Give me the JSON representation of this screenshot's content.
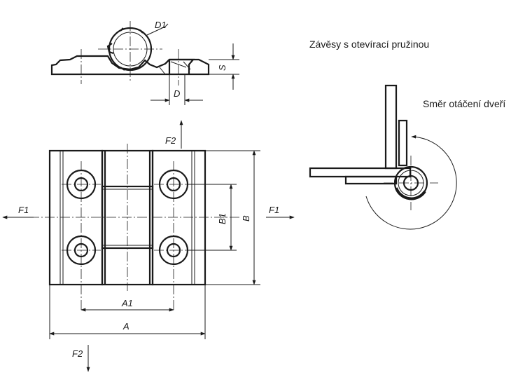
{
  "title": "Závěsy s otevírací pružinou",
  "direction_label": "Směr otáčení dveří",
  "dimensions": {
    "D1": "D1",
    "S": "S",
    "D": "D",
    "B": "B",
    "B1": "B1",
    "A": "A",
    "A1": "A1",
    "F1": "F1",
    "F2": "F2"
  }
}
